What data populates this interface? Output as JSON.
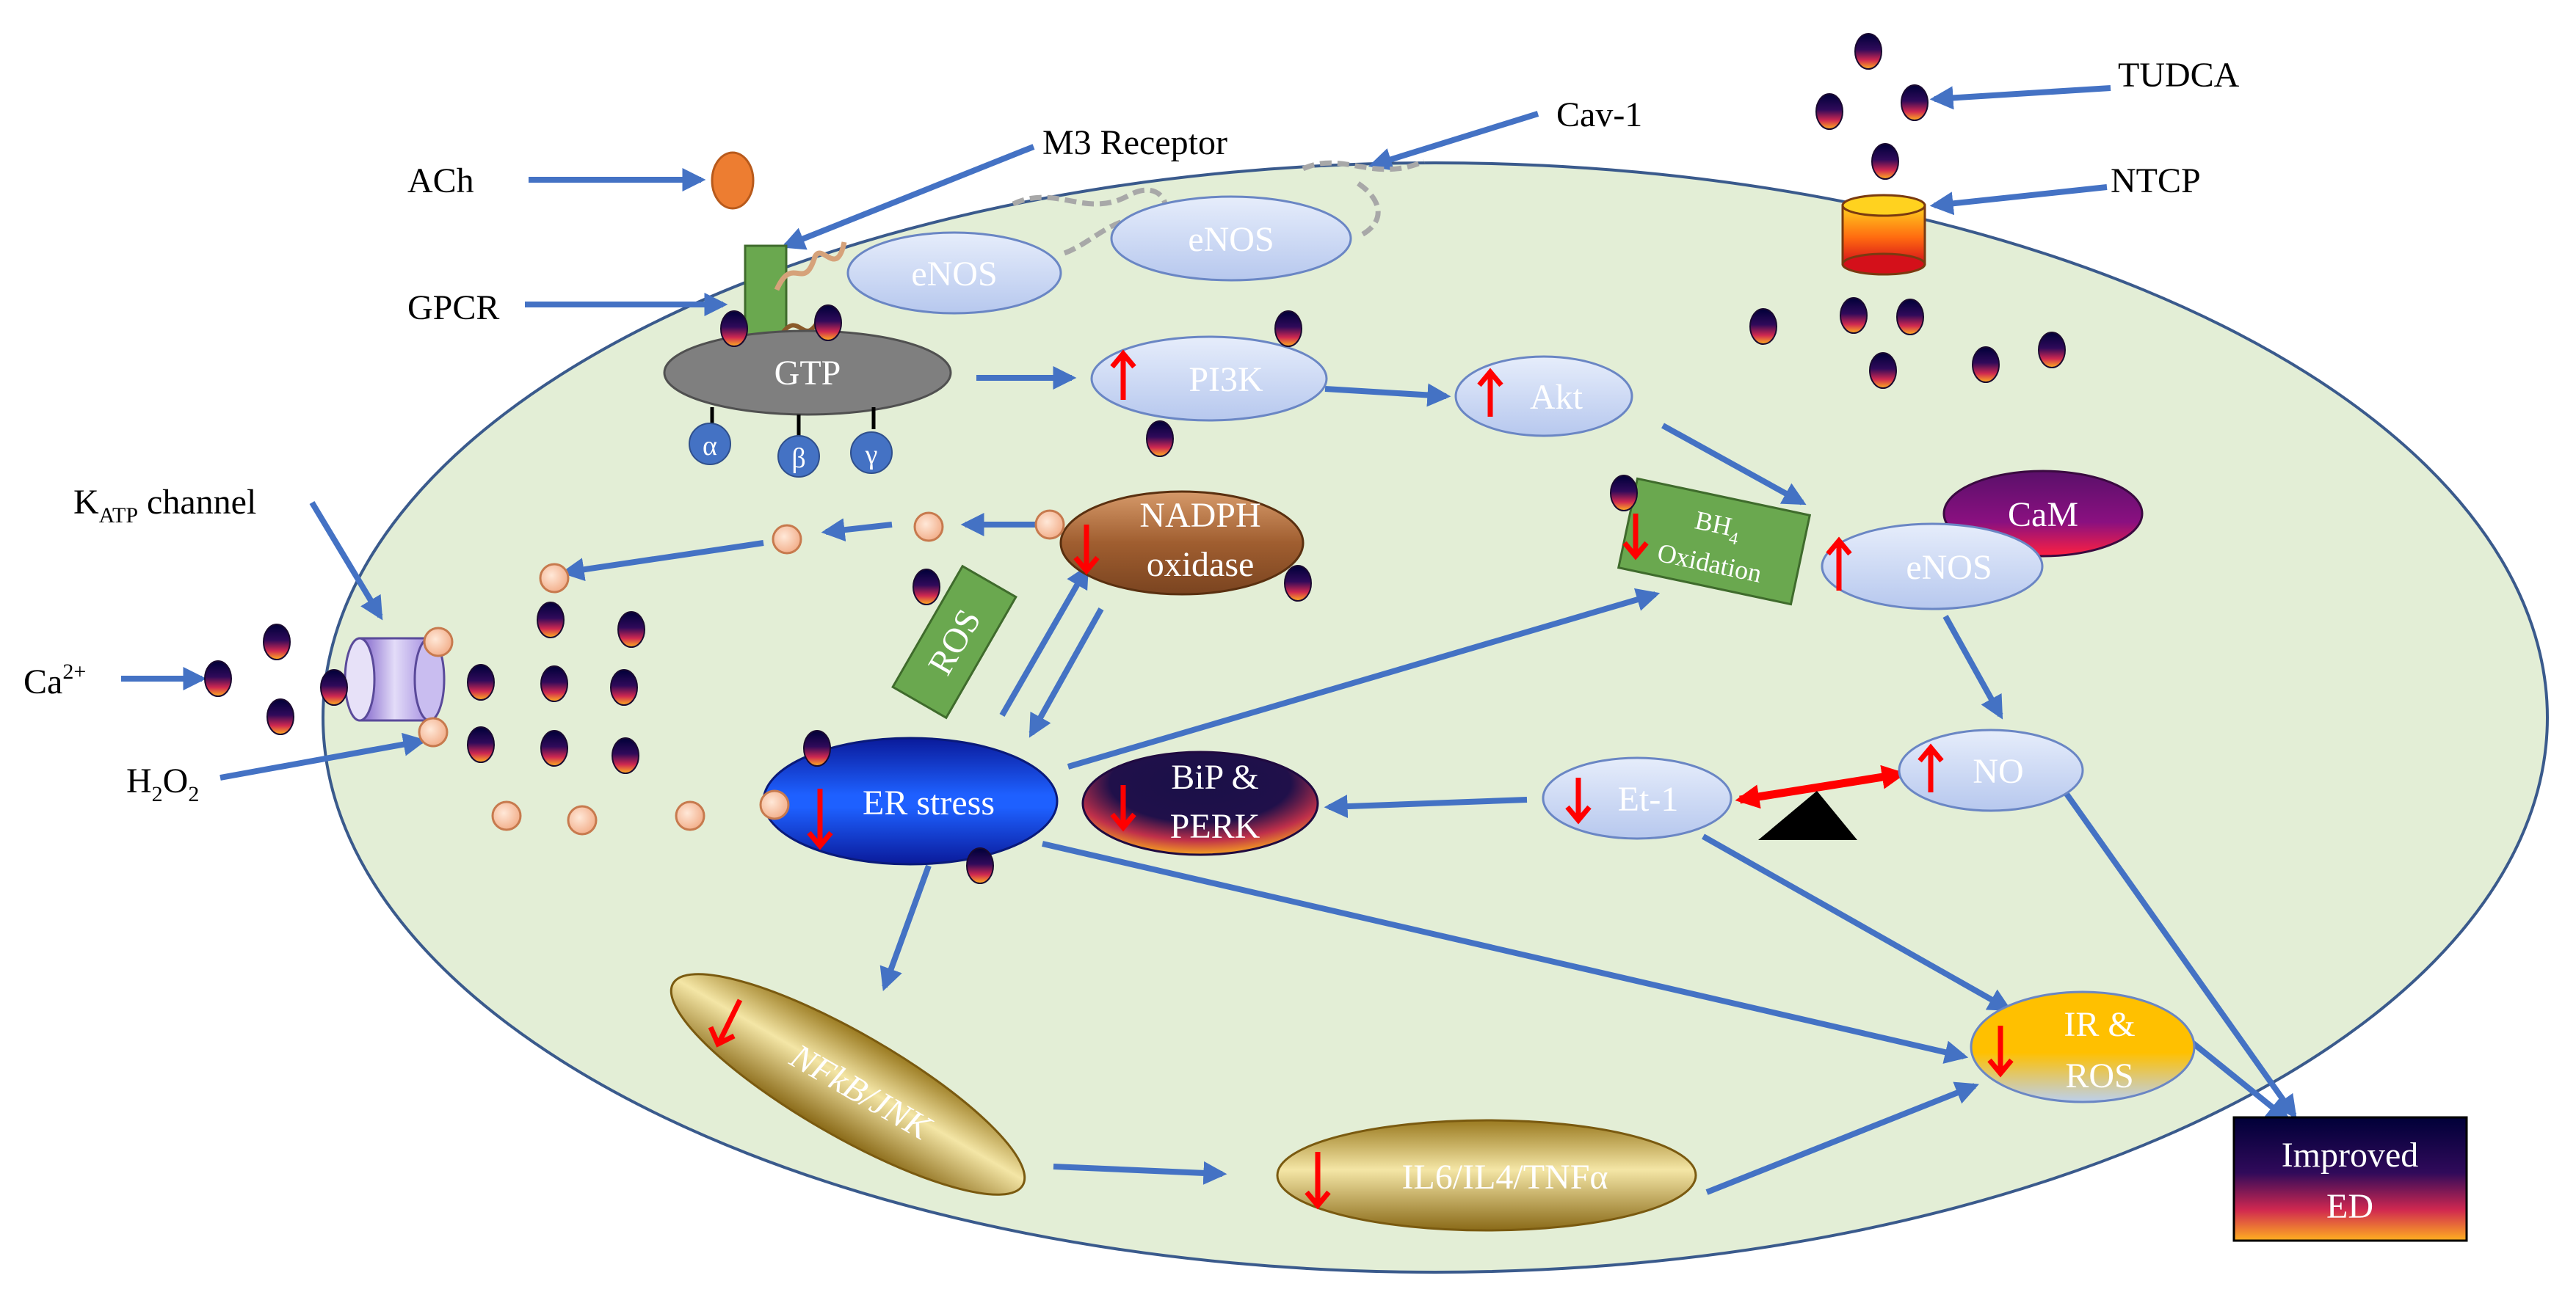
{
  "labels": {
    "ach": "ACh",
    "m3_receptor": "M3 Receptor",
    "cav1": "Cav-1",
    "tudca": "TUDCA",
    "ntcp": "NTCP",
    "gpcr": "GPCR",
    "katp_k": "K",
    "katp_sub": "ATP",
    "katp_rest": " channel",
    "ca_base": "Ca",
    "ca_sup": "2+",
    "h2o2_h": "H",
    "h2o2_2a": "2",
    "h2o2_o": "O",
    "h2o2_2b": "2"
  },
  "nodes": {
    "enos_1": "eNOS",
    "enos_2": "eNOS",
    "gtp": "GTP",
    "alpha": "α",
    "beta": "β",
    "gamma": "γ",
    "pi3k": "PI3K",
    "akt": "Akt",
    "nadph_line1": "NADPH",
    "nadph_line2": "oxidase",
    "ros_box": "ROS",
    "bh4_b": "BH",
    "bh4_sub": "4",
    "bh4_line2": "Oxidation",
    "cam": "CaM",
    "enos_3": "eNOS",
    "er_stress": "ER stress",
    "bip_line1": "BiP &",
    "bip_line2": "PERK",
    "et1": "Et-1",
    "no": "NO",
    "nfkb": "NFkB/JNK",
    "il": "IL6/IL4/TNFα",
    "ir_line1": "IR &",
    "ir_line2": "ROS",
    "improved_line1": "Improved",
    "improved_line2": "ED"
  },
  "colors": {
    "cell_fill": "#e3eed6",
    "cell_stroke": "#3a5a8c",
    "arrow_blue": "#4472c4",
    "regulation_red": "#ff0000",
    "node_fill": "#c8d6f2",
    "gpcr_green": "#6aa84f",
    "ach_orange": "#ed7d31"
  }
}
